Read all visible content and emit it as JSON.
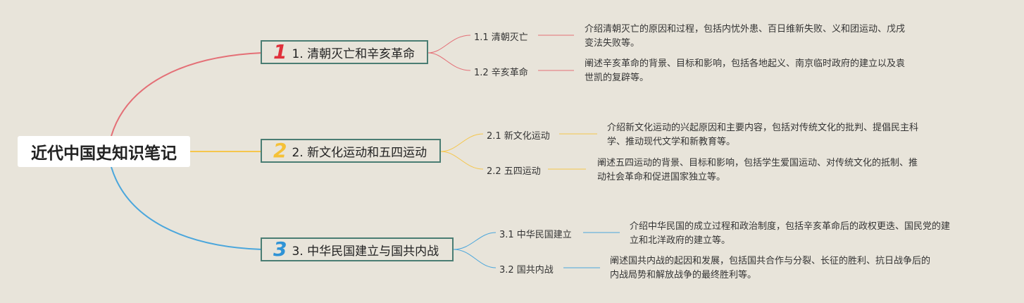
{
  "root": {
    "title": "近代中国史知识笔记"
  },
  "branches": [
    {
      "number": "1",
      "label": "1. 清朝灭亡和辛亥革命",
      "color": "#e46f76",
      "subs": [
        {
          "label": "1.1 清朝灭亡",
          "desc": "介绍清朝灭亡的原因和过程，包括内忧外患、百日维新失败、义和团运动、戊戌\n变法失败等。"
        },
        {
          "label": "1.2 辛亥革命",
          "desc": "阐述辛亥革命的背景、目标和影响，包括各地起义、南京临时政府的建立以及袁\n世凯的复辟等。"
        }
      ]
    },
    {
      "number": "2",
      "label": "2. 新文化运动和五四运动",
      "color": "#f5c64c",
      "subs": [
        {
          "label": "2.1 新文化运动",
          "desc": "介绍新文化运动的兴起原因和主要内容，包括对传统文化的批判、提倡民主科\n学、推动现代文学和新教育等。"
        },
        {
          "label": "2.2 五四运动",
          "desc": "阐述五四运动的背景、目标和影响，包括学生爱国运动、对传统文化的抵制、推\n动社会革命和促进国家独立等。"
        }
      ]
    },
    {
      "number": "3",
      "label": "3. 中华民国建立与国共内战",
      "color": "#4aa6dc",
      "subs": [
        {
          "label": "3.1 中华民国建立",
          "desc": "介绍中华民国的成立过程和政治制度，包括辛亥革命后的政权更迭、国民党的建\n立和北洋政府的建立等。"
        },
        {
          "label": "3.2 国共内战",
          "desc": "阐述国共内战的起因和发展，包括国共合作与分裂、长征的胜利、抗日战争后的\n内战局势和解放战争的最终胜利等。"
        }
      ]
    }
  ],
  "colors": {
    "background": "#e8e4da",
    "border": "#4a7d73",
    "line1": "#e46f76",
    "line2": "#f5c64c",
    "line3": "#4aa6dc"
  }
}
